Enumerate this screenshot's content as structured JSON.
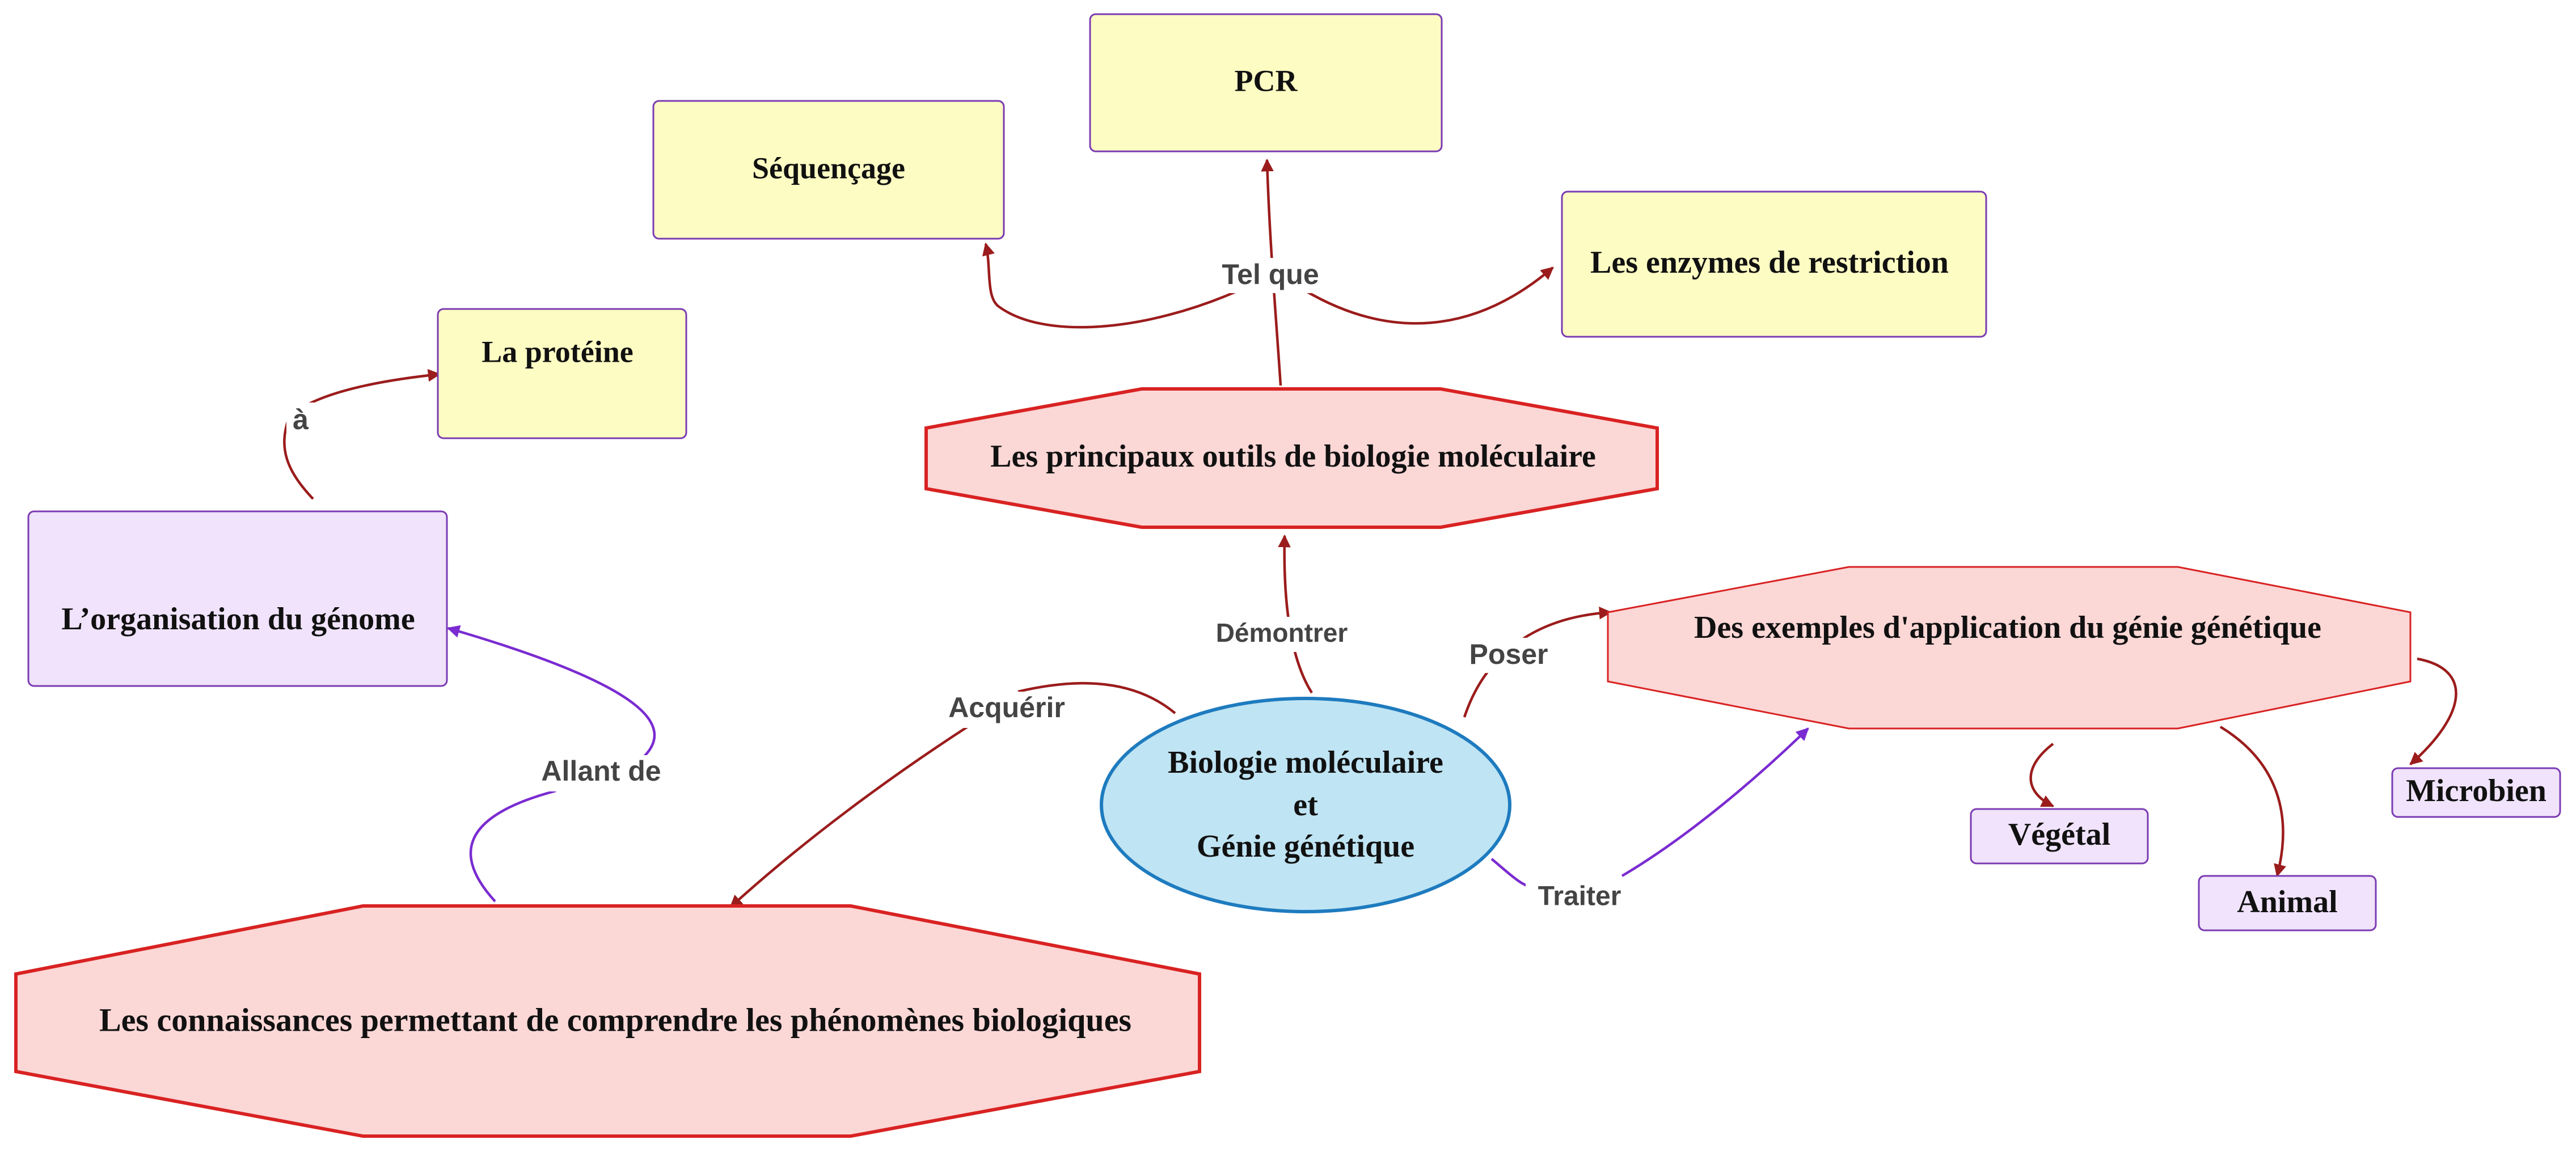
{
  "nodes": {
    "pcr": "PCR",
    "sequencage": "Séquençage",
    "enzymes": "Les enzymes de restriction",
    "proteine": "La protéine",
    "genome": "L’organisation du génome",
    "outils": "Les principaux outils de biologie moléculaire",
    "exemples": "Des exemples d'application du génie génétique",
    "central_line1": "Biologie moléculaire",
    "central_line2": "et",
    "central_line3": "Génie génétique",
    "connaissances": "Les connaissances permettant de comprendre les phénomènes biologiques",
    "vegetal": "Végétal",
    "animal": "Animal",
    "microbien": "Microbien"
  },
  "links": {
    "tel_que": "Tel que",
    "a": "à",
    "demontrer": "Démontrer",
    "poser": "Poser",
    "acquerir": "Acquérir",
    "allant_de": "Allant de",
    "traiter": "Traiter"
  },
  "colors": {
    "yellow_fill": "#fdfcc3",
    "lilac_fill": "#f0e3fb",
    "red_fill": "#fbd7d6",
    "red_stroke": "#d92222",
    "blue_fill": "#bfe4f3",
    "blue_stroke": "#1e7bbf",
    "arrow_red": "#9b1c1c",
    "arrow_purple": "#7a2bd1"
  }
}
